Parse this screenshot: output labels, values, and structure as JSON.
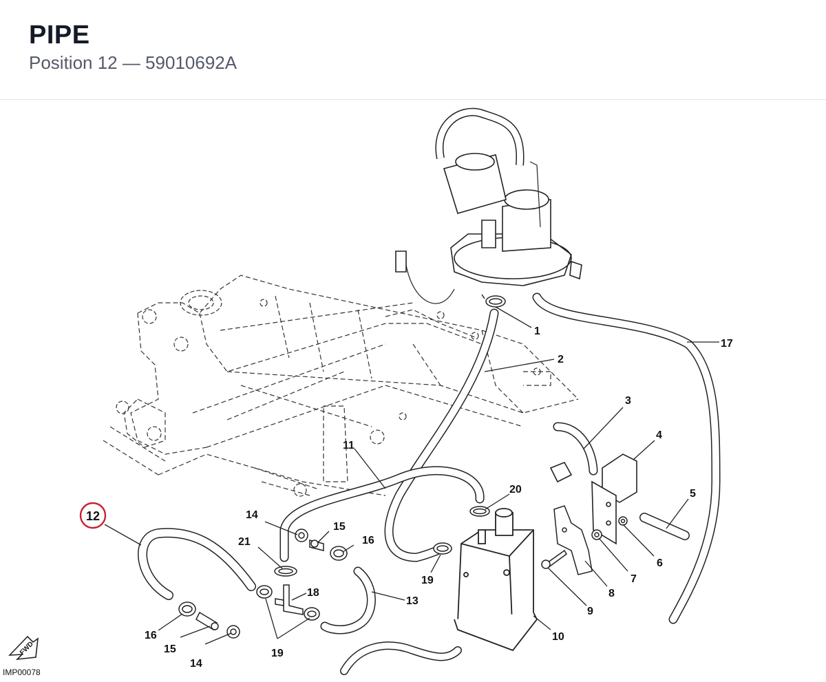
{
  "header": {
    "title": "PIPE",
    "subtitle": "Position 12 — 59010692A"
  },
  "diagram": {
    "highlight_color": "#c8202f",
    "highlighted_position": "12",
    "fwd_label": "FWD",
    "reference_code": "IMP00078",
    "callouts": [
      {
        "id": "c1",
        "label": "1"
      },
      {
        "id": "c2",
        "label": "2"
      },
      {
        "id": "c3",
        "label": "3"
      },
      {
        "id": "c4",
        "label": "4"
      },
      {
        "id": "c5",
        "label": "5"
      },
      {
        "id": "c6",
        "label": "6"
      },
      {
        "id": "c7",
        "label": "7"
      },
      {
        "id": "c8",
        "label": "8"
      },
      {
        "id": "c9",
        "label": "9"
      },
      {
        "id": "c10",
        "label": "10"
      },
      {
        "id": "c11",
        "label": "11"
      },
      {
        "id": "c12",
        "label": "12"
      },
      {
        "id": "c13",
        "label": "13"
      },
      {
        "id": "c14a",
        "label": "14"
      },
      {
        "id": "c14b",
        "label": "14"
      },
      {
        "id": "c15a",
        "label": "15"
      },
      {
        "id": "c15b",
        "label": "15"
      },
      {
        "id": "c16a",
        "label": "16"
      },
      {
        "id": "c16b",
        "label": "16"
      },
      {
        "id": "c17",
        "label": "17"
      },
      {
        "id": "c18",
        "label": "18"
      },
      {
        "id": "c19a",
        "label": "19"
      },
      {
        "id": "c19b",
        "label": "19"
      },
      {
        "id": "c20",
        "label": "20"
      },
      {
        "id": "c21",
        "label": "21"
      }
    ]
  }
}
